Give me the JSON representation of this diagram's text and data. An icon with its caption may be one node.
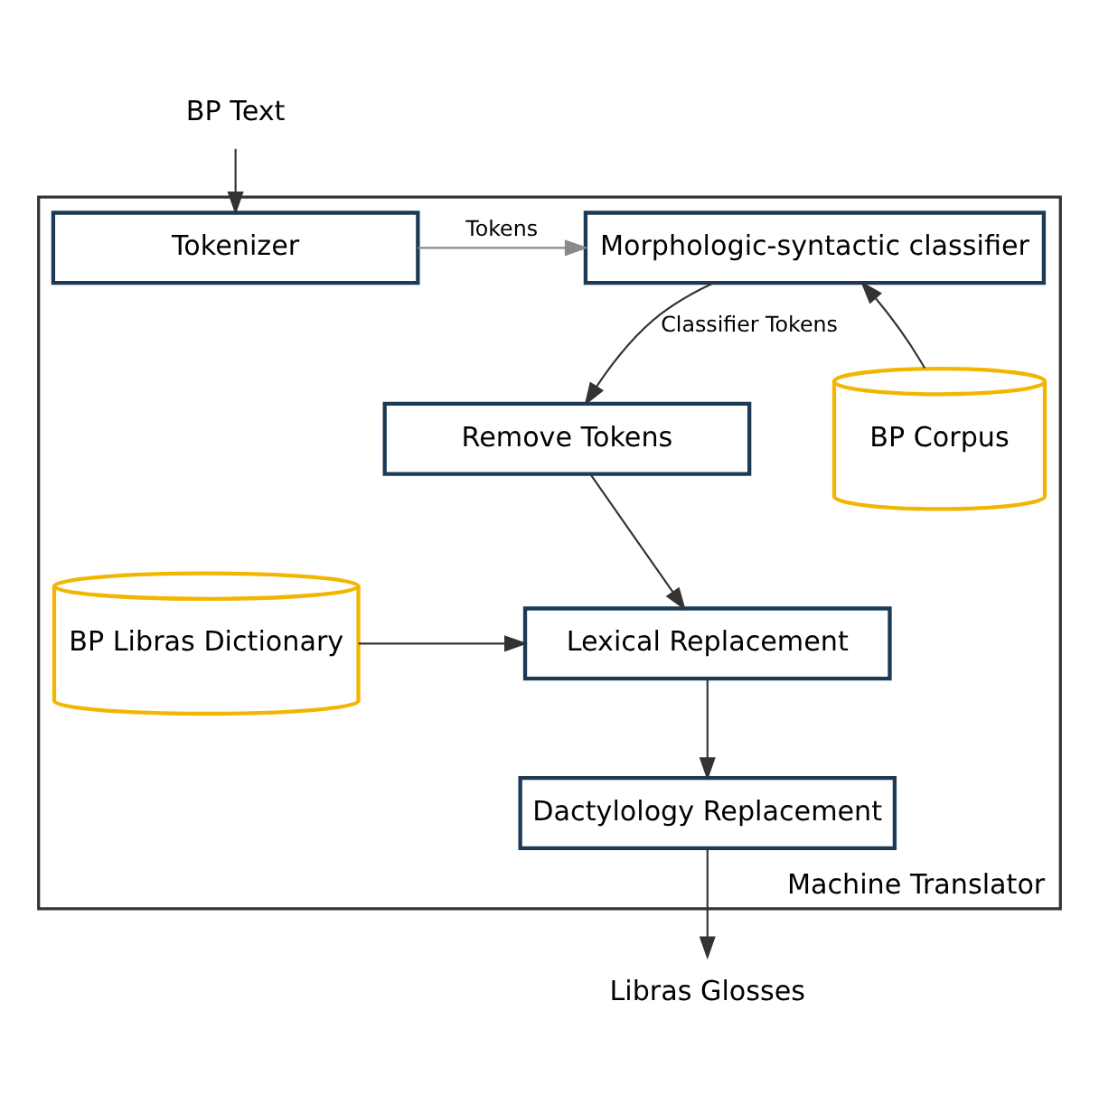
{
  "diagram": {
    "nodes": [
      {
        "text": [
          "BP Text"
        ]
      },
      {
        "text": [
          "Machine Translator"
        ]
      },
      {
        "text": [
          "Tokenizer"
        ],
        "in": 1
      },
      {
        "text": [
          "Morphologic-syntactic classifier"
        ],
        "in": 1
      },
      {
        "text": [
          "Remove Tokens"
        ],
        "in": 1
      },
      {
        "text": [
          "BP Corpus"
        ],
        "in": 1
      },
      {
        "text": [
          "Lexical Replacement"
        ],
        "in": 1
      },
      {
        "text": [
          "BP Libras Dictionary"
        ],
        "in": 1
      },
      {
        "text": [
          "Dactylology Replacement"
        ],
        "in": 1
      },
      {
        "text": [
          "Libras Glosses"
        ]
      }
    ],
    "edges": [
      {
        "from": 0,
        "to": 2,
        "arrow": "to"
      },
      {
        "from": 2,
        "to": 3,
        "arrow": "to",
        "label": "Tokens",
        "color": "#8a8a8a"
      },
      {
        "from": 3,
        "to": 4,
        "arrow": "to",
        "label": "Classifier Tokens"
      },
      {
        "from": 5,
        "to": 3,
        "arrow": "to"
      },
      {
        "from": 4,
        "to": 6,
        "arrow": "to"
      },
      {
        "from": 7,
        "to": 6,
        "arrow": "to"
      },
      {
        "from": 6,
        "to": 8,
        "arrow": "to"
      },
      {
        "from": 8,
        "to": 9,
        "arrow": "to"
      }
    ]
  }
}
